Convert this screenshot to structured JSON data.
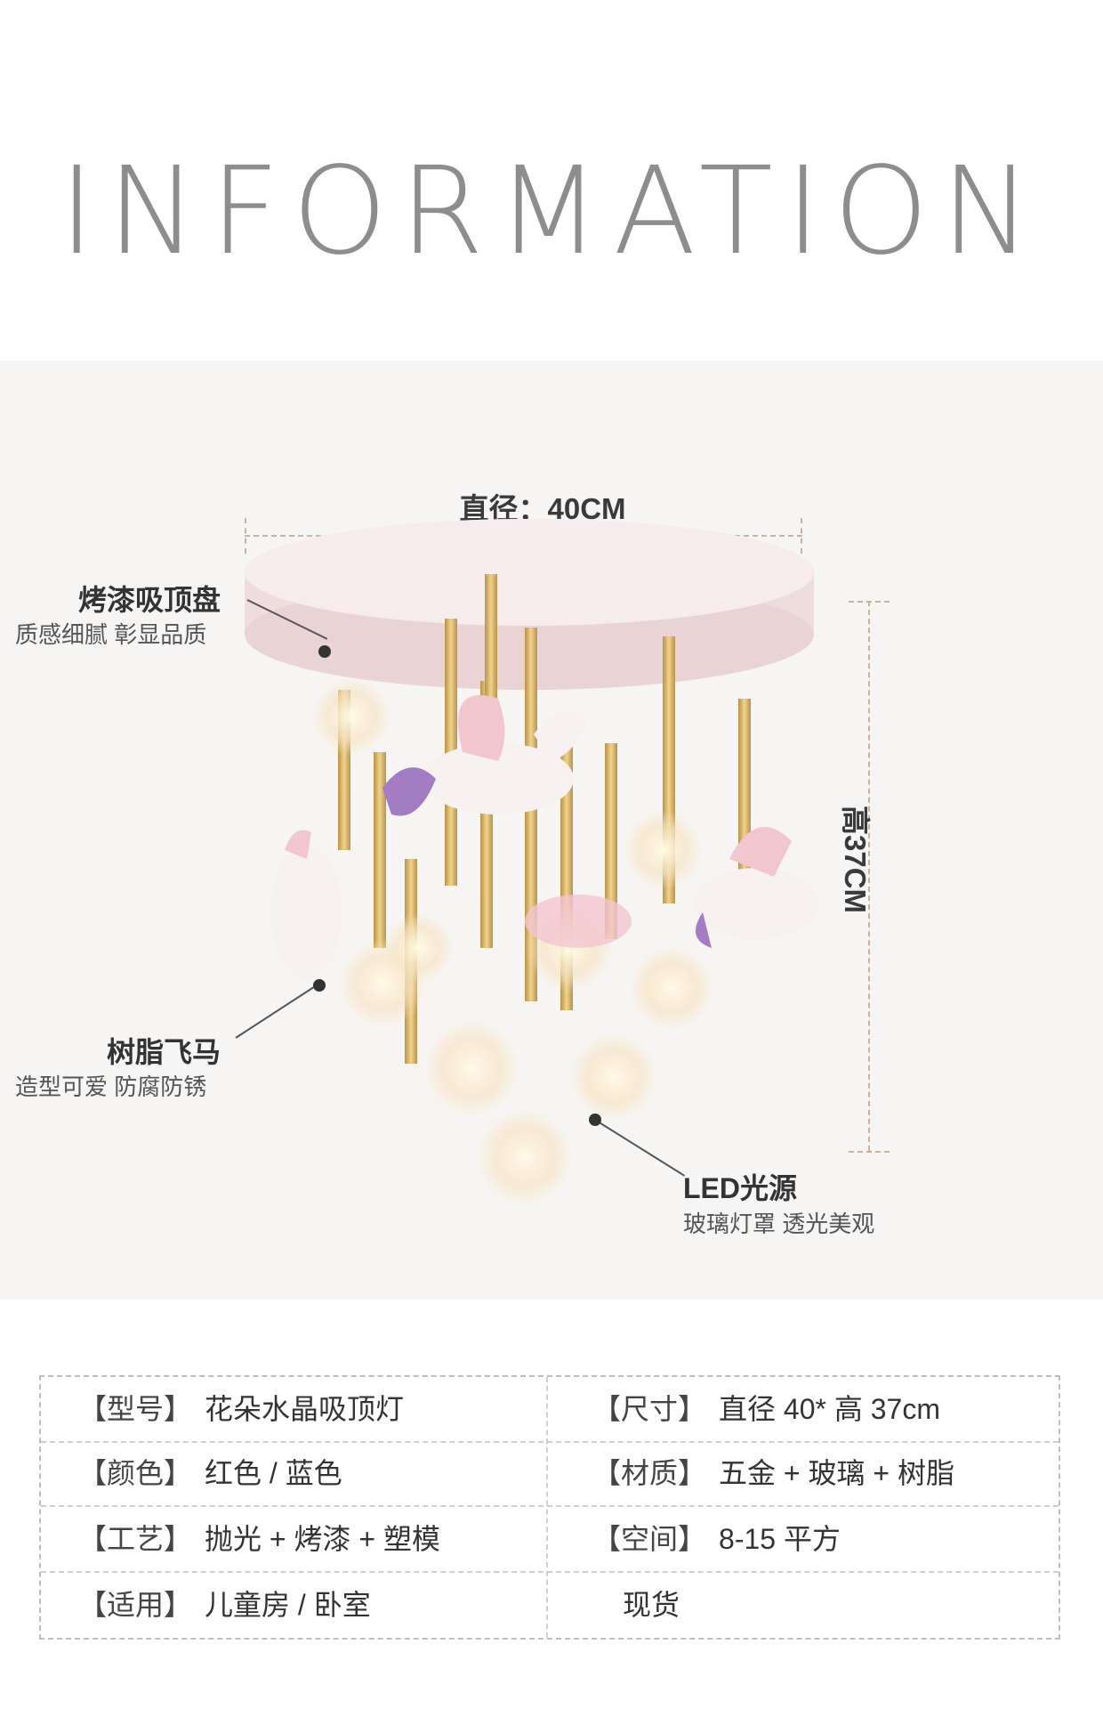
{
  "header": {
    "title": "INFORMATION"
  },
  "dimensions": {
    "diameter": "直径：40CM",
    "height": "高37CM"
  },
  "callouts": [
    {
      "title": "烤漆吸顶盘",
      "subtitle": "质感细腻 彰显品质"
    },
    {
      "title": "树脂飞马",
      "subtitle": "造型可爱 防腐防锈"
    },
    {
      "title": "LED光源",
      "subtitle": "玻璃灯罩 透光美观"
    }
  ],
  "specs": [
    {
      "key": "【型号】",
      "value": "花朵水晶吸顶灯"
    },
    {
      "key": "【尺寸】",
      "value": "直径 40* 高 37cm"
    },
    {
      "key": "【颜色】",
      "value": "红色 / 蓝色"
    },
    {
      "key": "【材质】",
      "value": "五金 + 玻璃 + 树脂"
    },
    {
      "key": "【工艺】",
      "value": "抛光 + 烤漆 + 塑模"
    },
    {
      "key": "【空间】",
      "value": "8-15 平方"
    },
    {
      "key": "【适用】",
      "value": "儿童房 / 卧室"
    },
    {
      "key": "",
      "value": "现货"
    }
  ],
  "colors": {
    "background": "#f7f5f3",
    "accent": "#c9b29a",
    "gold": "#d9b871",
    "pink": "#f2c6cf",
    "purple": "#a47cc3"
  }
}
